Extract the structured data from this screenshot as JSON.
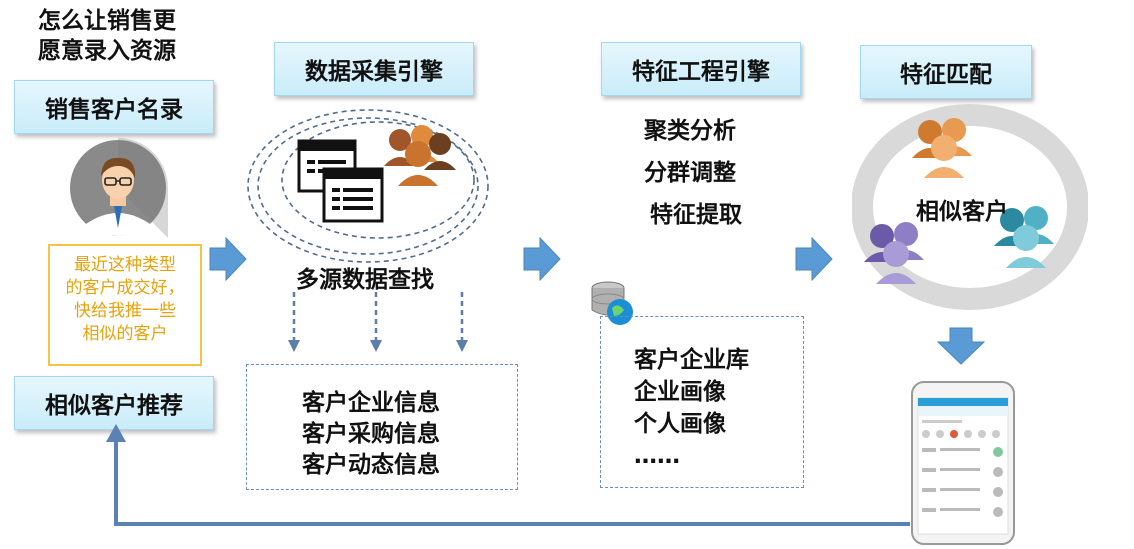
{
  "question": [
    "怎么让销售更",
    "愿意录入资源"
  ],
  "boxes": {
    "sales_list": "销售客户名录",
    "data_engine": "数据采集引擎",
    "feature_engine": "特征工程引擎",
    "feature_match": "特征匹配",
    "recommend": "相似客户推荐"
  },
  "note_lines": [
    "最近这种类型",
    "的客户成交好，",
    "快给我推一些",
    "相似的客户"
  ],
  "multi_source": "多源数据查找",
  "info_lines": [
    "客户企业信息",
    "客户采购信息",
    "客户动态信息"
  ],
  "engine_steps": [
    "聚类分析",
    "分群调整",
    "特征提取"
  ],
  "db_lines": [
    "客户企业库",
    "企业画像",
    "个人画像",
    "……"
  ],
  "similar": "相似客户",
  "colors": {
    "arrow": "#5b9bd5",
    "box_fill": "#d6f0fb",
    "note_border": "#f4c542",
    "note_text": "#e8a20c"
  }
}
